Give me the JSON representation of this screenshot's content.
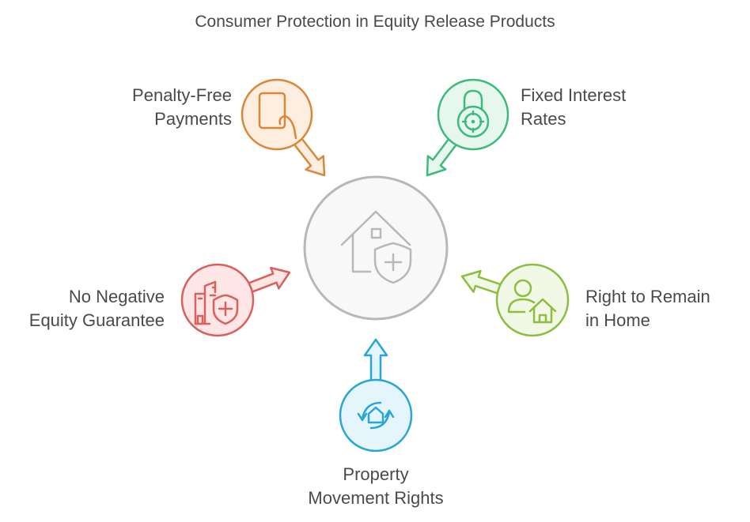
{
  "title": "Consumer Protection in Equity Release Products",
  "center": {
    "icon": "house-shield-icon",
    "color": "#b8b8b8",
    "fill": "#f8f8f8"
  },
  "items": [
    {
      "line1": "Penalty-Free",
      "line2": "Payments",
      "icon": "hand-document-icon",
      "color": "#d9883a",
      "fill": "#fdeee0"
    },
    {
      "line1": "Fixed Interest",
      "line2": "Rates",
      "icon": "padlock-target-icon",
      "color": "#3dba7c",
      "fill": "#e6f7ee"
    },
    {
      "line1": "No Negative",
      "line2": "Equity Guarantee",
      "icon": "buildings-shield-icon",
      "color": "#d9605c",
      "fill": "#fde6e5"
    },
    {
      "line1": "Right to Remain",
      "line2": "in Home",
      "icon": "person-house-icon",
      "color": "#8cbf3f",
      "fill": "#f1f8e6"
    },
    {
      "line1": "Property",
      "line2": "Movement Rights",
      "icon": "house-cycle-icon",
      "color": "#2aa6d4",
      "fill": "#e4f5fc"
    }
  ]
}
